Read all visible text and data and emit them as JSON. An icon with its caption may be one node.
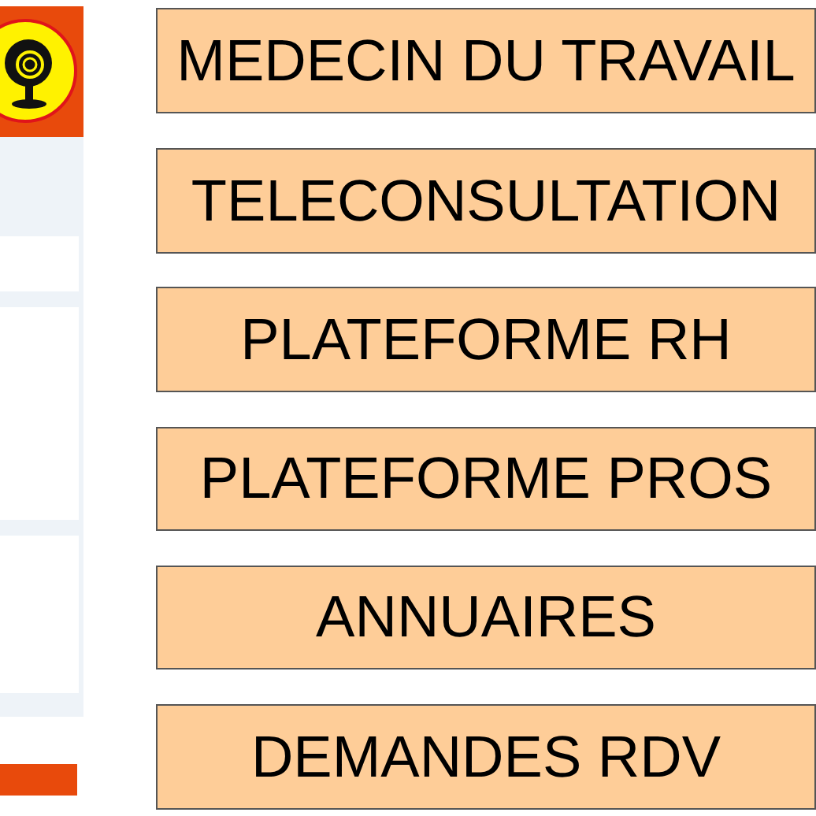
{
  "diagram": {
    "nodes": [
      {
        "text": [
          "MEDECIN DU TRAVAIL"
        ]
      },
      {
        "text": [
          "TELECONSULTATION"
        ]
      },
      {
        "text": [
          "PLATEFORME RH"
        ]
      },
      {
        "text": [
          "PLATEFORME PROS"
        ]
      },
      {
        "text": [
          "ANNUAIRES"
        ]
      },
      {
        "text": [
          "DEMANDES RDV"
        ]
      }
    ]
  }
}
